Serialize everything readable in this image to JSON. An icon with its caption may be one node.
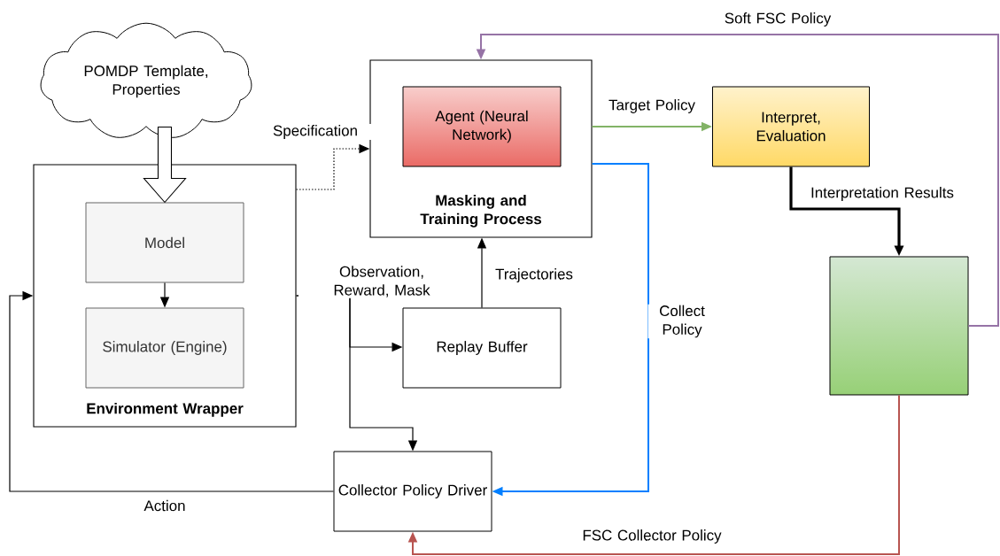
{
  "diagram": {
    "nodes": [
      {
        "text": [
          "POMDP Template, Properties"
        ]
      },
      {
        "text": [
          "Environment Wrapper"
        ]
      },
      {
        "text": [
          "Model"
        ],
        "in": 1
      },
      {
        "text": [
          "Simulator (Engine)"
        ],
        "in": 1
      },
      {
        "text": [
          "Masking and Training Process"
        ]
      },
      {
        "text": [
          "Agent (Neural Network)"
        ],
        "in": 4
      },
      {
        "text": [
          "Interpret, Evaluation"
        ]
      },
      {
        "text": [],
        "shape": "box"
      },
      {
        "text": [
          "Replay Buffer"
        ]
      },
      {
        "text": [
          "Collector Policy Driver"
        ]
      }
    ],
    "edges": [
      {
        "from": 0,
        "to": 2,
        "arrow": "to"
      },
      {
        "from": 2,
        "to": 3,
        "arrow": "to"
      },
      {
        "from": 1,
        "to": 4,
        "arrow": "to",
        "label": "Specification",
        "style": "dashed"
      },
      {
        "from": 1,
        "to": 8,
        "arrow": "to",
        "label": "Observation, Reward, Mask"
      },
      {
        "from": 1,
        "to": 9,
        "arrow": "to"
      },
      {
        "from": 8,
        "to": 4,
        "arrow": "to",
        "label": "Trajectories"
      },
      {
        "from": 4,
        "to": 6,
        "arrow": "to",
        "label": "Target Policy",
        "color": "#82b366"
      },
      {
        "from": 4,
        "to": 9,
        "arrow": "to",
        "label": "Collect Policy",
        "color": "#007fff"
      },
      {
        "from": 6,
        "to": 7,
        "arrow": "to",
        "label": "Interpretation Results",
        "style": "thick"
      },
      {
        "from": 7,
        "to": 4,
        "arrow": "to",
        "label": "Soft FSC Policy",
        "color": "#9673a6"
      },
      {
        "from": 7,
        "to": 9,
        "arrow": "to",
        "label": "FSC Collector Policy",
        "color": "#b85450"
      },
      {
        "from": 9,
        "to": 1,
        "arrow": "to",
        "label": "Action"
      }
    ]
  }
}
